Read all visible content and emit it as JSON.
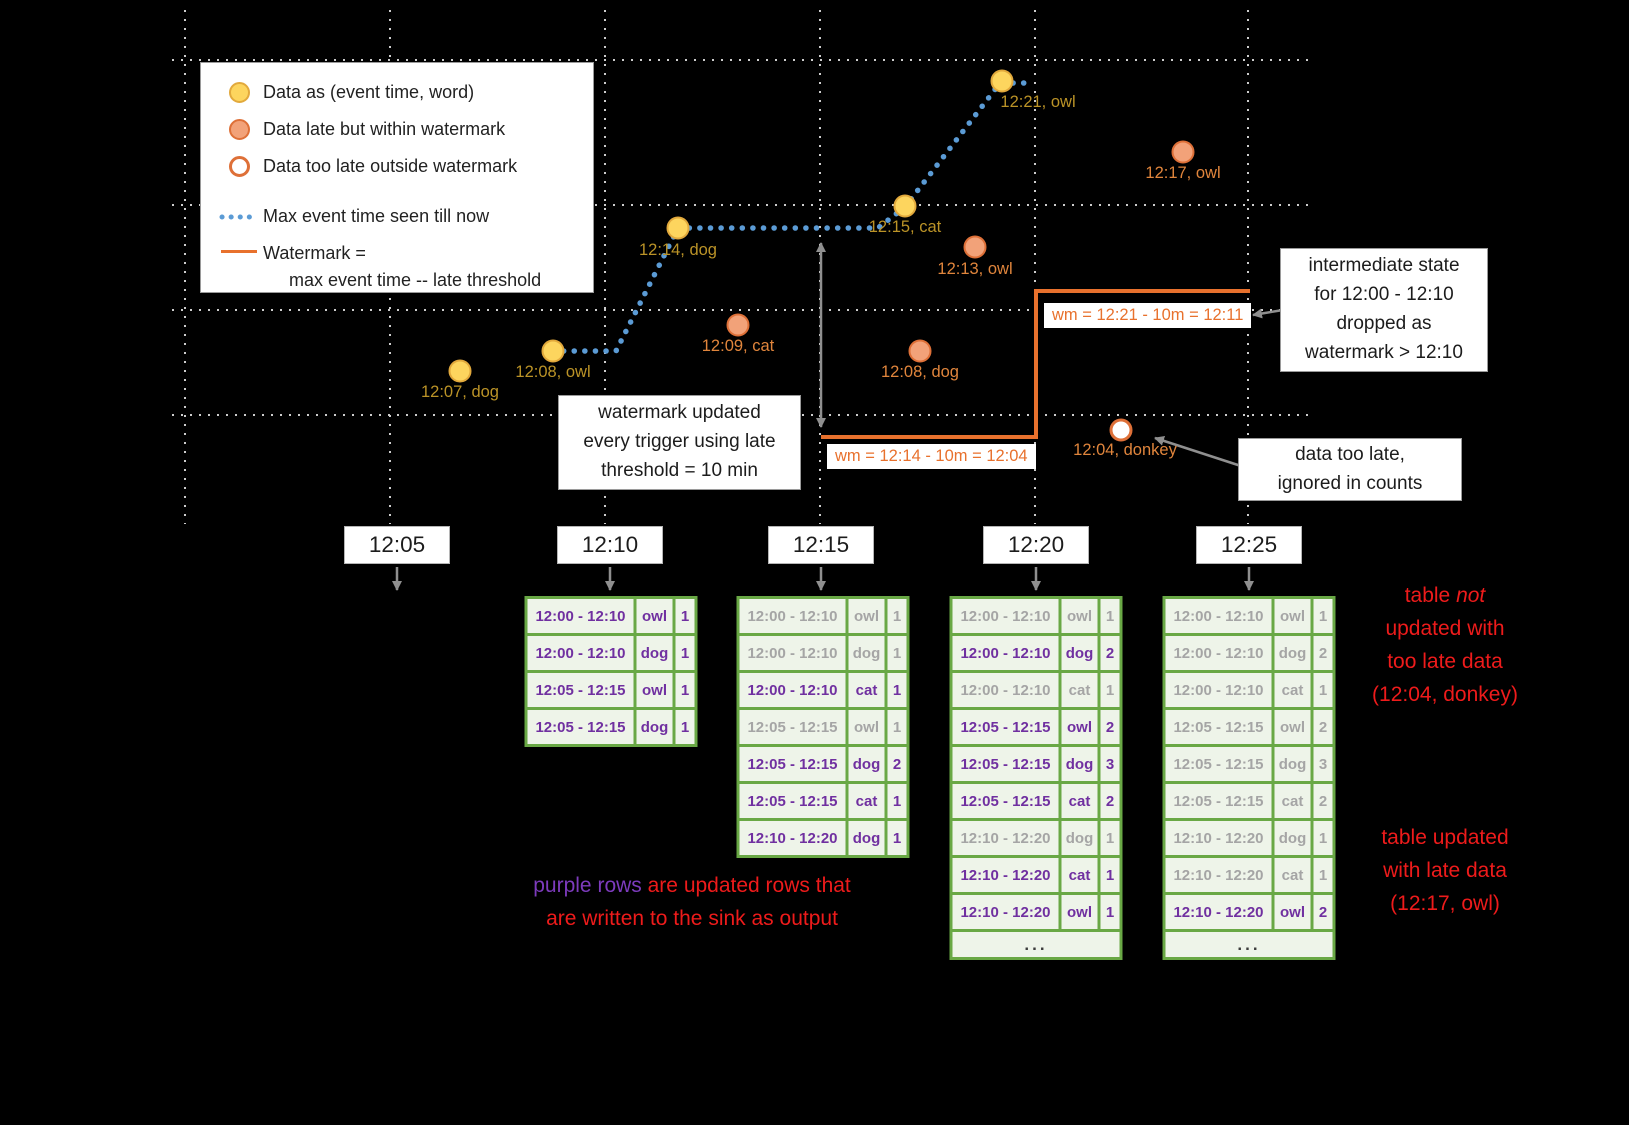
{
  "colors": {
    "on_time_point": "#fdd55e",
    "late_point": "#f2a279",
    "too_late_ring": "#de7038",
    "max_event_line": "#5b9bd5",
    "watermark_line": "#e8712d",
    "updated_row_text": "#7030a0",
    "old_row_text": "#a5a5a5",
    "table_green": "#69a845",
    "note_red": "#ee1b1b"
  },
  "legend": {
    "on_time": "Data as (event time, word)",
    "late": "Data late but within watermark",
    "too_late": "Data too late outside watermark",
    "max_event": "Max event time seen till now",
    "watermark_1": "Watermark =",
    "watermark_2": "max event time -- late threshold"
  },
  "points": [
    {
      "label": "12:07, dog",
      "type": "on-time"
    },
    {
      "label": "12:08, owl",
      "type": "on-time"
    },
    {
      "label": "12:14, dog",
      "type": "on-time"
    },
    {
      "label": "12:15, cat",
      "type": "on-time"
    },
    {
      "label": "12:21, owl",
      "type": "on-time"
    },
    {
      "label": "12:09, cat",
      "type": "late"
    },
    {
      "label": "12:13, owl",
      "type": "late"
    },
    {
      "label": "12:08, dog",
      "type": "late"
    },
    {
      "label": "12:17, owl",
      "type": "late"
    },
    {
      "label": "12:04, donkey",
      "type": "too-late"
    }
  ],
  "watermark_labels": {
    "wm1": "wm = 12:14 - 10m = 12:04",
    "wm2": "wm = 12:21 - 10m = 12:11"
  },
  "callouts": {
    "watermark_updated": [
      "watermark updated",
      "every trigger using late",
      "threshold = 10 min"
    ],
    "intermediate_state": [
      "intermediate state",
      "for 12:00 - 12:10",
      "dropped as",
      "watermark > 12:10"
    ],
    "too_late": [
      "data too late,",
      "ignored in counts"
    ]
  },
  "triggers": [
    "12:05",
    "12:10",
    "12:15",
    "12:20",
    "12:25"
  ],
  "tables": [
    {
      "trigger": "12:10",
      "rows": [
        {
          "window": "12:00 - 12:10",
          "word": "owl",
          "count": "1",
          "state": "updated"
        },
        {
          "window": "12:00 - 12:10",
          "word": "dog",
          "count": "1",
          "state": "updated"
        },
        {
          "window": "12:05 - 12:15",
          "word": "owl",
          "count": "1",
          "state": "updated"
        },
        {
          "window": "12:05 - 12:15",
          "word": "dog",
          "count": "1",
          "state": "updated"
        }
      ]
    },
    {
      "trigger": "12:15",
      "rows": [
        {
          "window": "12:00 - 12:10",
          "word": "owl",
          "count": "1",
          "state": "old"
        },
        {
          "window": "12:00 - 12:10",
          "word": "dog",
          "count": "1",
          "state": "old"
        },
        {
          "window": "12:00 - 12:10",
          "word": "cat",
          "count": "1",
          "state": "updated"
        },
        {
          "window": "12:05 - 12:15",
          "word": "owl",
          "count": "1",
          "state": "old"
        },
        {
          "window": "12:05 - 12:15",
          "word": "dog",
          "count": "2",
          "state": "updated"
        },
        {
          "window": "12:05 - 12:15",
          "word": "cat",
          "count": "1",
          "state": "updated"
        },
        {
          "window": "12:10 - 12:20",
          "word": "dog",
          "count": "1",
          "state": "updated"
        }
      ]
    },
    {
      "trigger": "12:20",
      "ellipsis": "...",
      "rows": [
        {
          "window": "12:00 - 12:10",
          "word": "owl",
          "count": "1",
          "state": "old"
        },
        {
          "window": "12:00 - 12:10",
          "word": "dog",
          "count": "2",
          "state": "updated"
        },
        {
          "window": "12:00 - 12:10",
          "word": "cat",
          "count": "1",
          "state": "old"
        },
        {
          "window": "12:05 - 12:15",
          "word": "owl",
          "count": "2",
          "state": "updated"
        },
        {
          "window": "12:05 - 12:15",
          "word": "dog",
          "count": "3",
          "state": "updated"
        },
        {
          "window": "12:05 - 12:15",
          "word": "cat",
          "count": "2",
          "state": "updated"
        },
        {
          "window": "12:10 - 12:20",
          "word": "dog",
          "count": "1",
          "state": "old"
        },
        {
          "window": "12:10 - 12:20",
          "word": "cat",
          "count": "1",
          "state": "updated"
        },
        {
          "window": "12:10 - 12:20",
          "word": "owl",
          "count": "1",
          "state": "updated"
        }
      ]
    },
    {
      "trigger": "12:25",
      "ellipsis": "...",
      "rows": [
        {
          "window": "12:00 - 12:10",
          "word": "owl",
          "count": "1",
          "state": "old"
        },
        {
          "window": "12:00 - 12:10",
          "word": "dog",
          "count": "2",
          "state": "old"
        },
        {
          "window": "12:00 - 12:10",
          "word": "cat",
          "count": "1",
          "state": "old"
        },
        {
          "window": "12:05 - 12:15",
          "word": "owl",
          "count": "2",
          "state": "old"
        },
        {
          "window": "12:05 - 12:15",
          "word": "dog",
          "count": "3",
          "state": "old"
        },
        {
          "window": "12:05 - 12:15",
          "word": "cat",
          "count": "2",
          "state": "old"
        },
        {
          "window": "12:10 - 12:20",
          "word": "dog",
          "count": "1",
          "state": "old"
        },
        {
          "window": "12:10 - 12:20",
          "word": "cat",
          "count": "1",
          "state": "old"
        },
        {
          "window": "12:10 - 12:20",
          "word": "owl",
          "count": "2",
          "state": "updated"
        }
      ]
    }
  ],
  "notes": {
    "purple_lead": "purple rows",
    "purple_tail": " are updated rows that",
    "purple_line2": "are written to the sink as output",
    "not_updated": {
      "l1a": "table ",
      "l1b": "not",
      "l2": "updated with",
      "l3": "too late data",
      "l4": "(12:04, donkey)"
    },
    "updated_late": [
      "table updated",
      "with late data",
      "(12:17, owl)"
    ]
  }
}
